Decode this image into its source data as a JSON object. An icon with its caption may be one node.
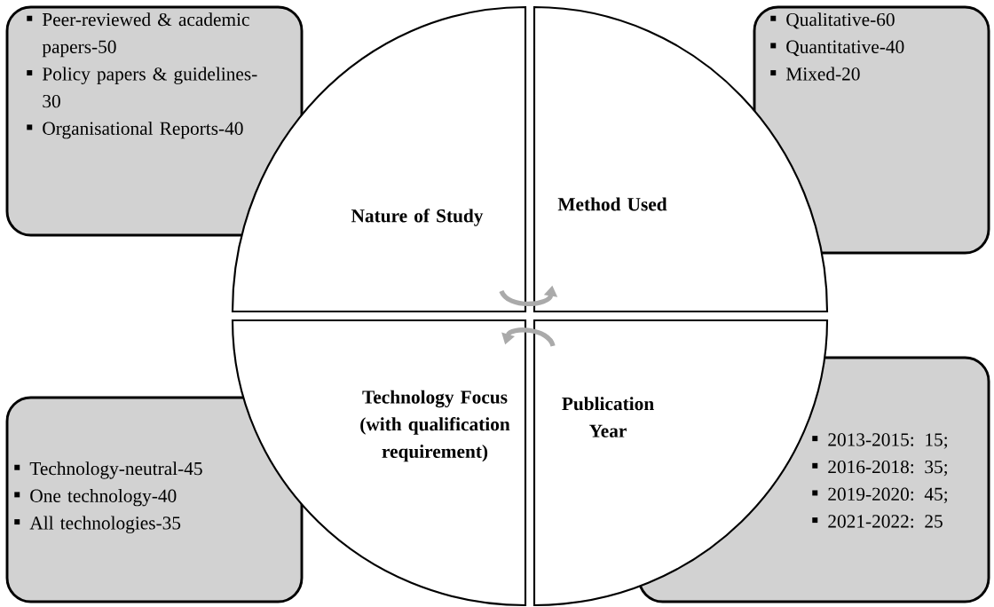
{
  "diagram": {
    "nodes": [
      {
        "text": [
          "Peer-reviewed & academic papers-50",
          "Policy papers & guidelines-30",
          "Organisational Reports-40"
        ]
      },
      {
        "text": [
          "Qualitative-60",
          "Quantitative-40",
          "Mixed-20"
        ]
      },
      {
        "text": [
          "Nature of Study"
        ]
      },
      {
        "text": [
          "Method Used"
        ]
      },
      {
        "text": [
          "Technology Focus (with qualification requirement)"
        ]
      },
      {
        "text": [
          "Publication Year"
        ]
      },
      {
        "text": [
          "Technology-neutral-45",
          "One technology-40",
          "All technologies-35"
        ]
      },
      {
        "text": [
          "2013-2015: 15;",
          "2016-2018: 35;",
          "2019-2020: 45;",
          "2021-2022: 25"
        ]
      }
    ],
    "edges": [
      {
        "from": 2,
        "to": 3,
        "arrow": "to"
      },
      {
        "from": 5,
        "to": 4,
        "arrow": "to"
      }
    ]
  }
}
